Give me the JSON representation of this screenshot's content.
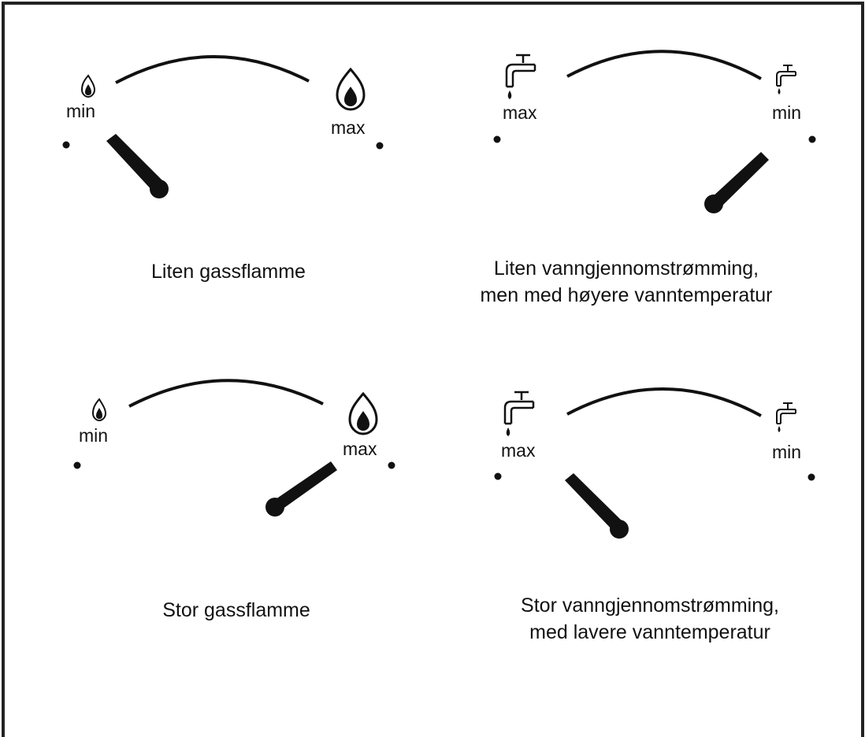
{
  "panels": [
    {
      "id": "gas-small",
      "left_label": "min",
      "left_icon": "flame-small-icon",
      "right_label": "max",
      "right_icon": "flame-large-icon",
      "setting": "min",
      "caption": [
        "Liten gassflamme"
      ]
    },
    {
      "id": "water-small",
      "left_label": "max",
      "left_icon": "tap-large-icon",
      "right_label": "min",
      "right_icon": "tap-small-icon",
      "setting": "min",
      "caption": [
        "Liten vanngjennomstrømming,",
        "men med høyere vanntemperatur"
      ]
    },
    {
      "id": "gas-large",
      "left_label": "min",
      "left_icon": "flame-small-icon",
      "right_label": "max",
      "right_icon": "flame-large-icon",
      "setting": "max",
      "caption": [
        "Stor gassflamme"
      ]
    },
    {
      "id": "water-large",
      "left_label": "max",
      "left_icon": "tap-large-icon",
      "right_label": "min",
      "right_icon": "tap-small-icon",
      "setting": "max",
      "caption": [
        "Stor vanngjennomstrømming,",
        "med lavere vanntemperatur"
      ]
    }
  ],
  "colors": {
    "ink": "#111111",
    "background": "#ffffff",
    "border": "#222222"
  }
}
